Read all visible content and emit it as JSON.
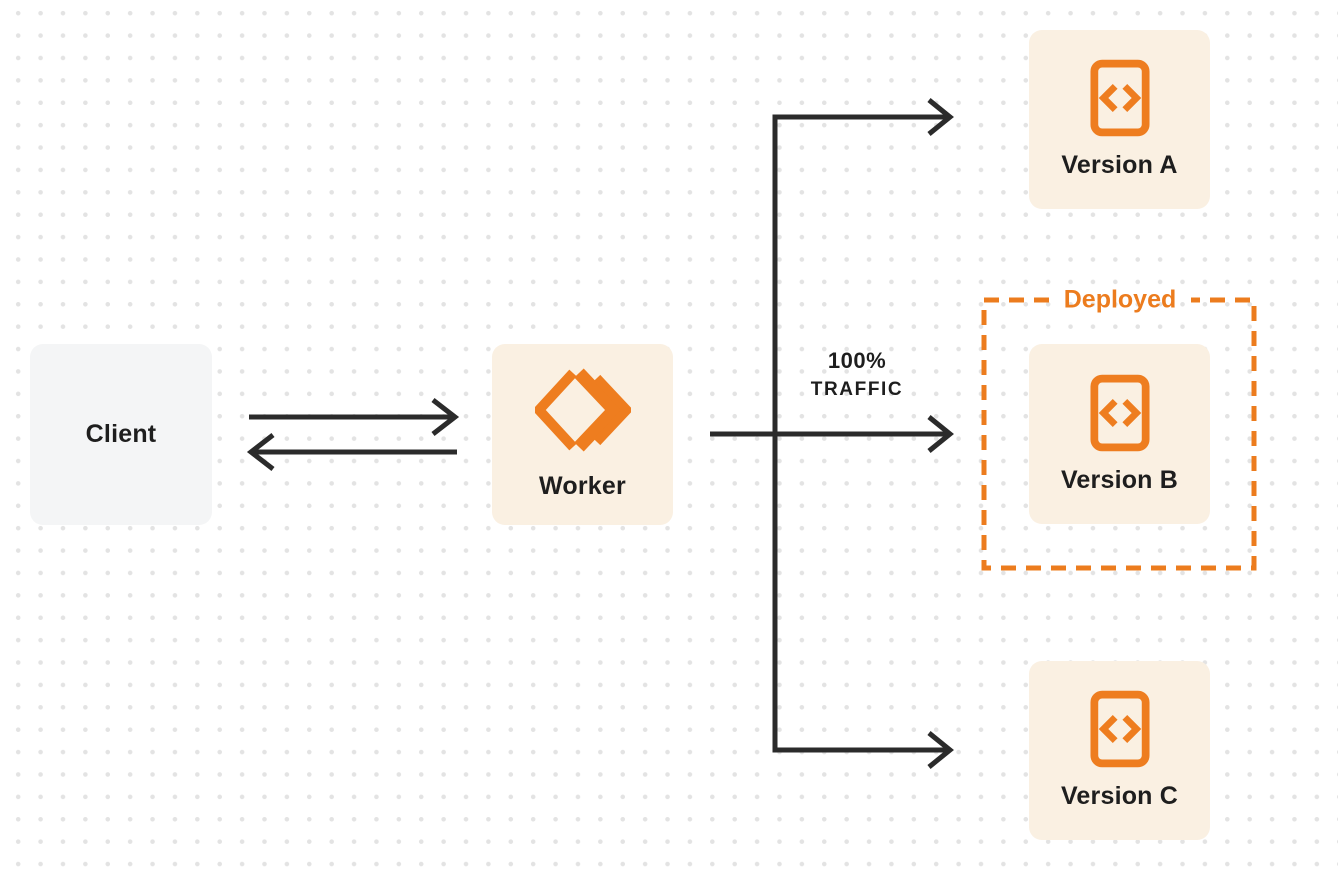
{
  "diagram": {
    "client": {
      "label": "Client"
    },
    "worker": {
      "label": "Worker",
      "icon": "worker-double-chevron-icon"
    },
    "versions": [
      {
        "label": "Version A",
        "icon": "code-file-icon"
      },
      {
        "label": "Version B",
        "icon": "code-file-icon",
        "deployed": true
      },
      {
        "label": "Version C",
        "icon": "code-file-icon"
      }
    ],
    "deployed": {
      "label": "Deployed"
    },
    "traffic": {
      "line1": "100%",
      "line2": "TRAFFIC"
    },
    "colors": {
      "accent_orange": "#ec7c1e",
      "node_cream": "#faf0e2",
      "node_gray": "#f4f5f6",
      "connector_dark": "#2b2b2b",
      "text_dark": "#1e1e1e",
      "dot_grid": "#e3e3e3",
      "background": "#ffffff"
    }
  }
}
